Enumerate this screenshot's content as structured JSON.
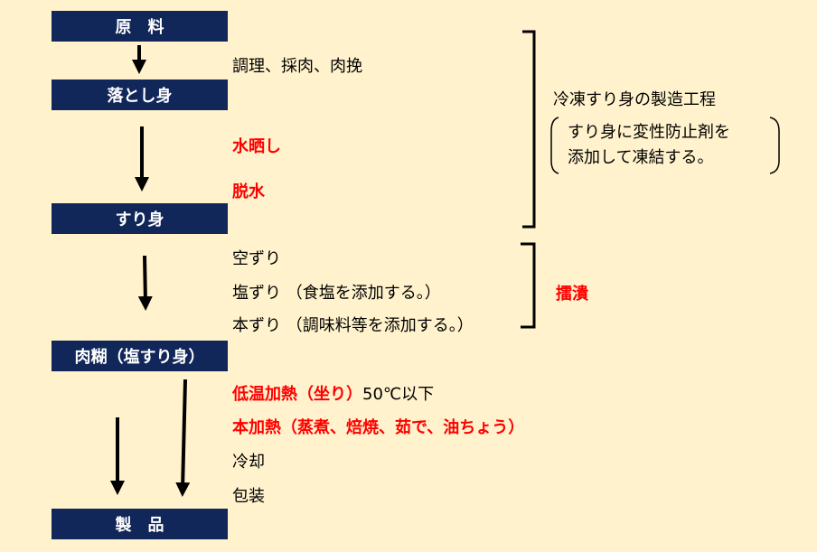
{
  "steps": {
    "raw": "原　料",
    "otoshimi": "落とし身",
    "surimi": "すり身",
    "nikunori": "肉糊（塩すり身）",
    "product": "製　品"
  },
  "notes": {
    "prep": "調理、採肉、肉挽",
    "water": "水晒し",
    "dehydrate": "脱水",
    "karazuri": "空ずり",
    "shiozuri": "塩ずり （食塩を添加する。）",
    "honzuri": "本ずり （調味料等を添加する。）",
    "lowheat": "低温加熱（坐り）",
    "lowheat_temp": "50℃以下",
    "mainheat": "本加熱（蒸煮、焙焼、茹で、油ちょう）",
    "cooling": "冷却",
    "packaging": "包装"
  },
  "side": {
    "frozen_title": "冷凍すり身の製造工程",
    "frozen_line1": "すり身に変性防止剤を",
    "frozen_line2": "添加して凍結する。",
    "kaikai": "擂潰"
  },
  "colors": {
    "box": "#112659",
    "accent": "#ff0000",
    "background": "#fff2cc"
  }
}
